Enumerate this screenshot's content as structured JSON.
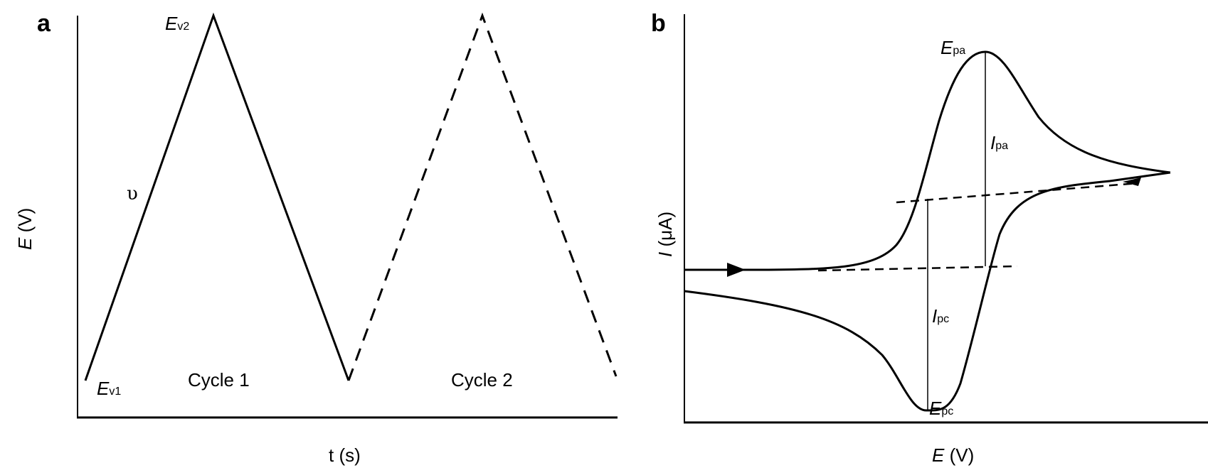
{
  "figure": {
    "panels": [
      {
        "id": "a",
        "label": "a",
        "xlabel": "t (s)",
        "ylabel_main": "E",
        "ylabel_unit": " (V)",
        "annotations": {
          "ev1_main": "E",
          "ev1_sub": "v1",
          "ev2_main": "E",
          "ev2_sub": "v2",
          "scan_rate": "υ",
          "cycle1": "Cycle 1",
          "cycle2": "Cycle 2"
        }
      },
      {
        "id": "b",
        "label": "b",
        "xlabel_main": "E",
        "xlabel_unit": " (V)",
        "ylabel_main": "I",
        "ylabel_unit": " (μA)",
        "annotations": {
          "epa_main": "E",
          "epa_sub": "pa",
          "epc_main": "E",
          "epc_sub": "pc",
          "ipa_main": "I",
          "ipa_sub": "pa",
          "ipc_main": "I",
          "ipc_sub": "pc"
        }
      }
    ]
  },
  "chart_data": [
    {
      "type": "line",
      "title": "a",
      "xlabel": "t (s)",
      "ylabel": "E (V)",
      "grid": false,
      "series": [
        {
          "name": "Cycle 1",
          "style": "solid",
          "points": [
            [
              0,
              "Ev1"
            ],
            [
              1,
              "Ev2"
            ],
            [
              2,
              "Ev1"
            ]
          ]
        },
        {
          "name": "Cycle 2",
          "style": "dashed",
          "points": [
            [
              2,
              "Ev1"
            ],
            [
              3,
              "Ev2"
            ],
            [
              4,
              "Ev1"
            ]
          ]
        }
      ],
      "annotations": [
        "Ev1",
        "Ev2",
        "υ",
        "Cycle 1",
        "Cycle 2"
      ]
    },
    {
      "type": "line",
      "title": "b",
      "xlabel": "E (V)",
      "ylabel": "I (μA)",
      "grid": false,
      "series": [
        {
          "name": "Cyclic voltammogram",
          "style": "solid",
          "description": "Forward scan rising to anodic peak Epa then reverse scan to cathodic peak Epc"
        },
        {
          "name": "Baselines",
          "style": "dashed",
          "description": "Extrapolated baselines for Ipa and Ipc"
        }
      ],
      "annotations": [
        "Epa",
        "Epc",
        "Ipa",
        "Ipc"
      ]
    }
  ]
}
